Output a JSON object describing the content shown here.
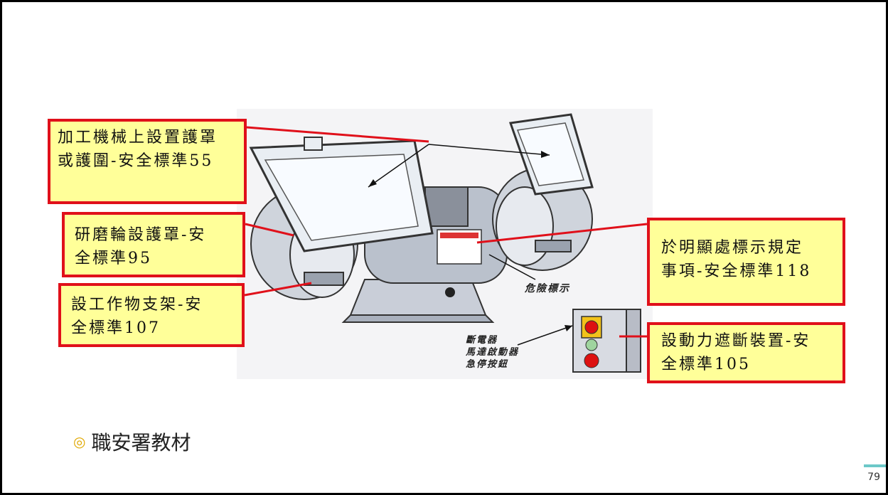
{
  "callouts": {
    "guard": [
      "加工機械上設置護罩",
      "或護圍-安全標準55"
    ],
    "wheel_cover": [
      "研磨輪設護罩-安",
      "全標準95"
    ],
    "work_rest": [
      "設工作物支架-安",
      "全標準107"
    ],
    "label_notice": [
      "於明顯處標示規定",
      "事項-安全標準118"
    ],
    "power_cutoff": [
      "設動力遮斷裝置-安",
      "全標準105"
    ]
  },
  "image_labels": {
    "danger_sign": "危險標示",
    "switch": [
      "斷電器",
      "馬達啟動器",
      "急停按鈕"
    ]
  },
  "bullet": {
    "icon": "ring-bullet-icon",
    "text": "職安署教材"
  },
  "page_number": "79",
  "colors": {
    "callout_fill": "#ffff99",
    "callout_border": "#e0101a",
    "bullet": "#e0a800",
    "accent": "#6cc8c8"
  }
}
